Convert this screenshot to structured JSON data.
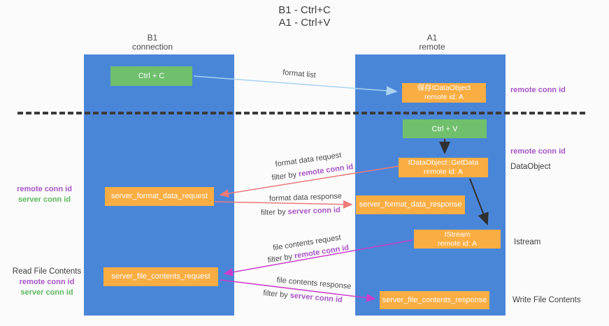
{
  "title": {
    "line1": "B1 - Ctrl+C",
    "line2": "A1 - Ctrl+V"
  },
  "lanes": {
    "left": {
      "name": "B1",
      "role": "connection"
    },
    "right": {
      "name": "A1",
      "role": "remote"
    }
  },
  "nodes": {
    "ctrl_c": {
      "label": "Ctrl + C"
    },
    "ctrl_v": {
      "label": "Ctrl + V"
    },
    "save_dataobject": {
      "line1": "保存IDataObject",
      "line2": "remote id: A"
    },
    "getdata": {
      "line1": "IDataObject::GetData",
      "line2": "remote id: A"
    },
    "istream": {
      "line1": "IStream",
      "line2": "remote id: A"
    },
    "server_format_data_request": {
      "label": "server_format_data_request"
    },
    "server_format_data_response": {
      "label": "server_format_data_response"
    },
    "server_file_contents_request": {
      "label": "server_file_contents_request"
    },
    "server_file_contents_response": {
      "label": "server_file_contents_response"
    }
  },
  "edge_labels": {
    "format_list": "format list",
    "format_data_request": "format data request",
    "format_data_response": "format data response",
    "file_contents_request": "file contents request",
    "file_contents_response": "file contents response",
    "filter_by": "filter by ",
    "remote_conn_id": "remote conn id",
    "server_conn_id": "server conn id"
  },
  "side_labels": {
    "remote_conn_id_top_right": "remote conn id",
    "remote_conn_id_mid_right": "remote conn id",
    "dataobject": "DataObject",
    "istream": "Istream",
    "write_file_contents": "Write File Contents",
    "read_file_contents": "Read File Contents",
    "remote_conn_id_left_1": "remote conn id",
    "server_conn_id_left_1": "server conn id",
    "remote_conn_id_left_2": "remote conn id",
    "server_conn_id_left_2": "server conn id"
  },
  "colors": {
    "lane_blue": "#4a86d8",
    "box_green": "#6fbf6d",
    "box_orange": "#f9ad42",
    "purple_text": "#a855c8",
    "green_text": "#5db85d",
    "arrow_red": "#ee7a7a",
    "arrow_magenta": "#cb3ecb",
    "arrow_light_blue": "#a8d2f0",
    "arrow_black": "#303030",
    "dash_line": "#3b3b3b"
  }
}
